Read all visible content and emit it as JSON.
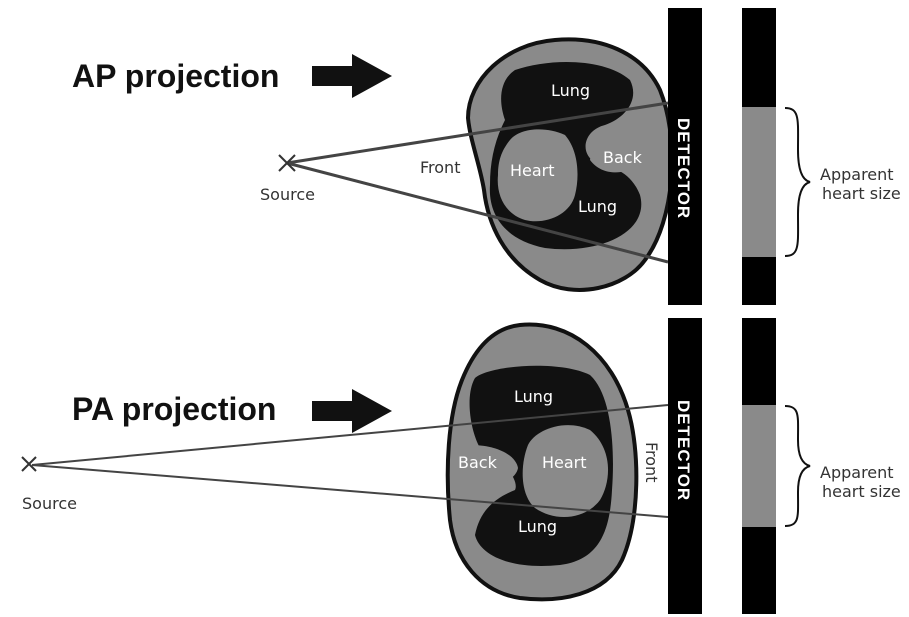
{
  "panels": {
    "ap": {
      "title": "AP projection",
      "source_label": "Source",
      "front_label": "Front",
      "back_label": "Back",
      "heart_label": "Heart",
      "lung_upper_label": "Lung",
      "lung_lower_label": "Lung",
      "detector_label": "DETECTOR",
      "apparent_line1": "Apparent",
      "apparent_line2": "heart size"
    },
    "pa": {
      "title": "PA projection",
      "source_label": "Source",
      "front_label": "Front",
      "back_label": "Back",
      "heart_label": "Heart",
      "lung_upper_label": "Lung",
      "lung_lower_label": "Lung",
      "detector_label": "DETECTOR",
      "apparent_line1": "Apparent",
      "apparent_line2": "heart size"
    }
  },
  "colors": {
    "body": "#8a8a8a",
    "lung": "#111111",
    "heart": "#8a8a8a",
    "detector": "#000000",
    "shadow": "#8a8a8a"
  }
}
